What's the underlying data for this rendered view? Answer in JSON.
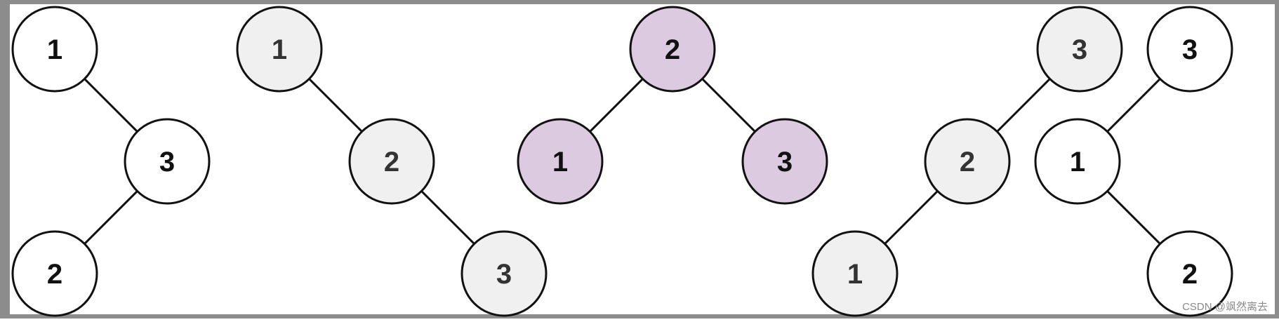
{
  "colors": {
    "frame": "#8c8c8c",
    "background": "#ffffff",
    "stroke": "#111111",
    "fill_white": "#ffffff",
    "fill_grey": "#f0f0f0",
    "fill_purple": "#dccbe0",
    "text_dark": "#111111",
    "text_grey": "#333333"
  },
  "trees": [
    {
      "fill": "white",
      "nodes": [
        {
          "id": "a",
          "label": "1",
          "level": 0,
          "slot": 0
        },
        {
          "id": "b",
          "label": "3",
          "level": 1,
          "slot": 1
        },
        {
          "id": "c",
          "label": "2",
          "level": 2,
          "slot": 0
        }
      ],
      "edges": [
        [
          "a",
          "b"
        ],
        [
          "b",
          "c"
        ]
      ]
    },
    {
      "fill": "grey",
      "nodes": [
        {
          "id": "a",
          "label": "1",
          "level": 0,
          "slot": 0
        },
        {
          "id": "b",
          "label": "2",
          "level": 1,
          "slot": 1
        },
        {
          "id": "c",
          "label": "3",
          "level": 2,
          "slot": 2
        }
      ],
      "edges": [
        [
          "a",
          "b"
        ],
        [
          "b",
          "c"
        ]
      ]
    },
    {
      "fill": "purple",
      "nodes": [
        {
          "id": "a",
          "label": "2",
          "level": 0,
          "slot": 1
        },
        {
          "id": "b",
          "label": "1",
          "level": 1,
          "slot": 0
        },
        {
          "id": "c",
          "label": "3",
          "level": 1,
          "slot": 2
        }
      ],
      "edges": [
        [
          "a",
          "b"
        ],
        [
          "a",
          "c"
        ]
      ]
    },
    {
      "fill": "grey",
      "nodes": [
        {
          "id": "a",
          "label": "3",
          "level": 0,
          "slot": 2
        },
        {
          "id": "b",
          "label": "2",
          "level": 1,
          "slot": 1
        },
        {
          "id": "c",
          "label": "1",
          "level": 2,
          "slot": 0
        }
      ],
      "edges": [
        [
          "a",
          "b"
        ],
        [
          "b",
          "c"
        ]
      ]
    },
    {
      "fill": "white",
      "nodes": [
        {
          "id": "a",
          "label": "3",
          "level": 0,
          "slot": 1
        },
        {
          "id": "b",
          "label": "1",
          "level": 1,
          "slot": 0
        },
        {
          "id": "c",
          "label": "2",
          "level": 2,
          "slot": 1
        }
      ],
      "edges": [
        [
          "a",
          "b"
        ],
        [
          "b",
          "c"
        ]
      ]
    }
  ],
  "watermark": "CSDN @飒然离去"
}
